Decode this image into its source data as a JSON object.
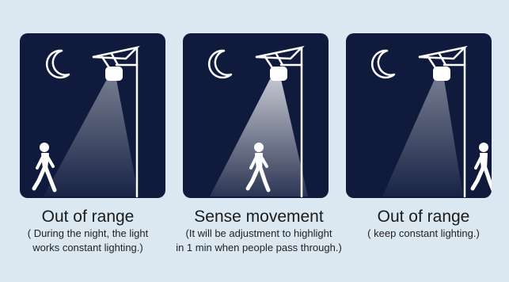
{
  "panels": [
    {
      "title": "Out of range",
      "desc_line1": "( During the night, the light",
      "desc_line2": "works constant lighting.)"
    },
    {
      "title": "Sense movement",
      "desc_line1": "(It will be adjustment to highlight",
      "desc_line2": "in 1 min when people pass through.)"
    },
    {
      "title": "Out of range",
      "desc_line1": "( keep constant lighting.)",
      "desc_line2": ""
    }
  ],
  "colors": {
    "background": "#dbe7f1",
    "panel": "#0f1a3d",
    "line_art": "#ffffff"
  },
  "icons": [
    "moon-icon",
    "solar-street-light-icon",
    "walking-person-icon",
    "light-beam"
  ]
}
